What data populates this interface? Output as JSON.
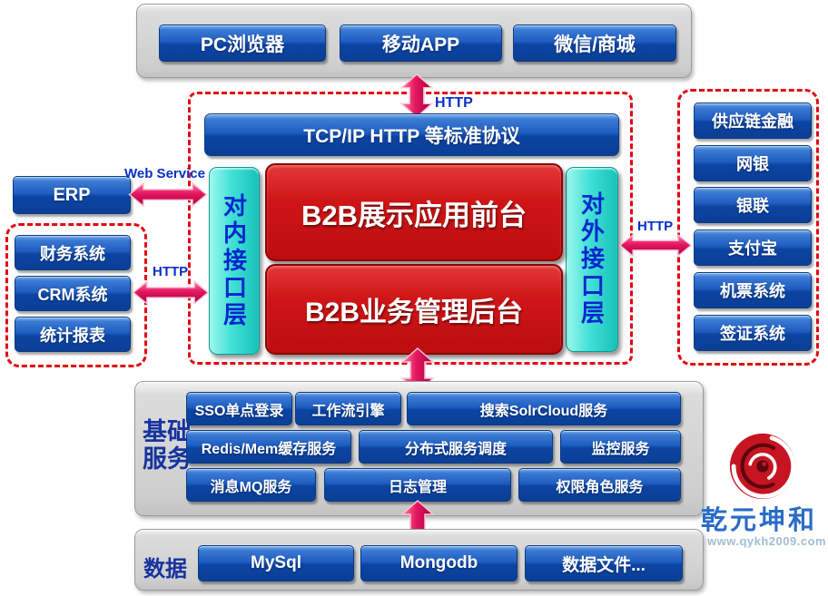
{
  "top_panel": {
    "buttons": [
      "PC浏览器",
      "移动APP",
      "微信/商城"
    ]
  },
  "labels": {
    "http_top": "HTTP",
    "web_service": "Web Service",
    "http_left": "HTTP",
    "http_right": "HTTP"
  },
  "core": {
    "protocol": "TCP/IP HTTP 等标准协议",
    "front": "B2B展示应用前台",
    "backend": "B2B业务管理后台",
    "inner": "对内接口层",
    "outer": "对外接口层"
  },
  "left_panel": {
    "erp": "ERP",
    "systems": [
      "财务系统",
      "CRM系统",
      "统计报表"
    ]
  },
  "right_panel": {
    "systems": [
      "供应链金融",
      "网银",
      "银联",
      "支付宝",
      "机票系统",
      "签证系统"
    ]
  },
  "services": {
    "label": "基础服务",
    "row1": [
      "SSO单点登录",
      "工作流引擎",
      "搜索SolrCloud服务"
    ],
    "row2": [
      "Redis/Mem缓存服务",
      "分布式服务调度",
      "监控服务"
    ],
    "row3": [
      "消息MQ服务",
      "日志管理",
      "权限角色服务"
    ]
  },
  "data_layer": {
    "label": "数据",
    "stores": [
      "MySql",
      "Mongodb",
      "数据文件..."
    ]
  },
  "brand": {
    "name": "乾元坤和",
    "site": "www.qykh2009.com"
  },
  "colors": {
    "node_blue": "#0d47ab",
    "app_red": "#cc1518",
    "interface_cyan": "#2fd8cd",
    "arrow_pink": "#e8175d",
    "dashed_red": "#e30613",
    "label_blue": "#0a2ec9"
  }
}
